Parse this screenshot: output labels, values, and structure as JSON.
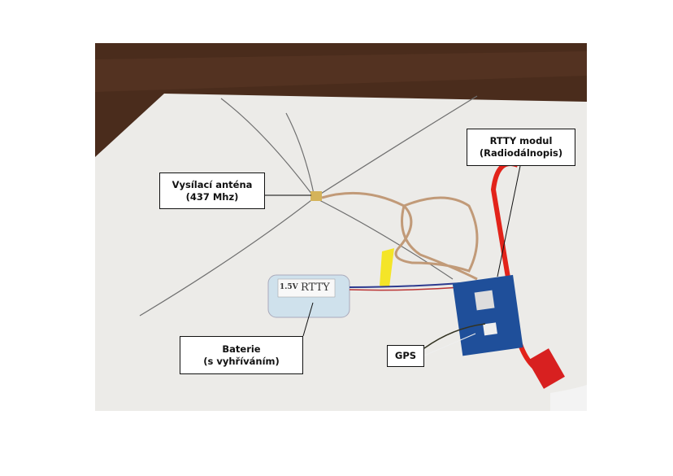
{
  "labels": {
    "antenna": {
      "line1": "Vysílací anténa",
      "line2": "(437 Mhz)"
    },
    "rtty": {
      "line1": "RTTY modul",
      "line2": "(Radiodálnopis)"
    },
    "battery": {
      "line1": "Baterie",
      "line2": "(s vyhříváním)"
    },
    "gps": {
      "line1": "GPS"
    }
  },
  "battery_print": {
    "voltage": "1.5V",
    "name": "RTTY"
  },
  "colors": {
    "wood": "#4a2c1c",
    "foam": "#ecebe8",
    "cable": "#c19a78",
    "pcb": "#1f4f9a",
    "red_cable": "#e2231a",
    "tape": "#f4e528"
  }
}
